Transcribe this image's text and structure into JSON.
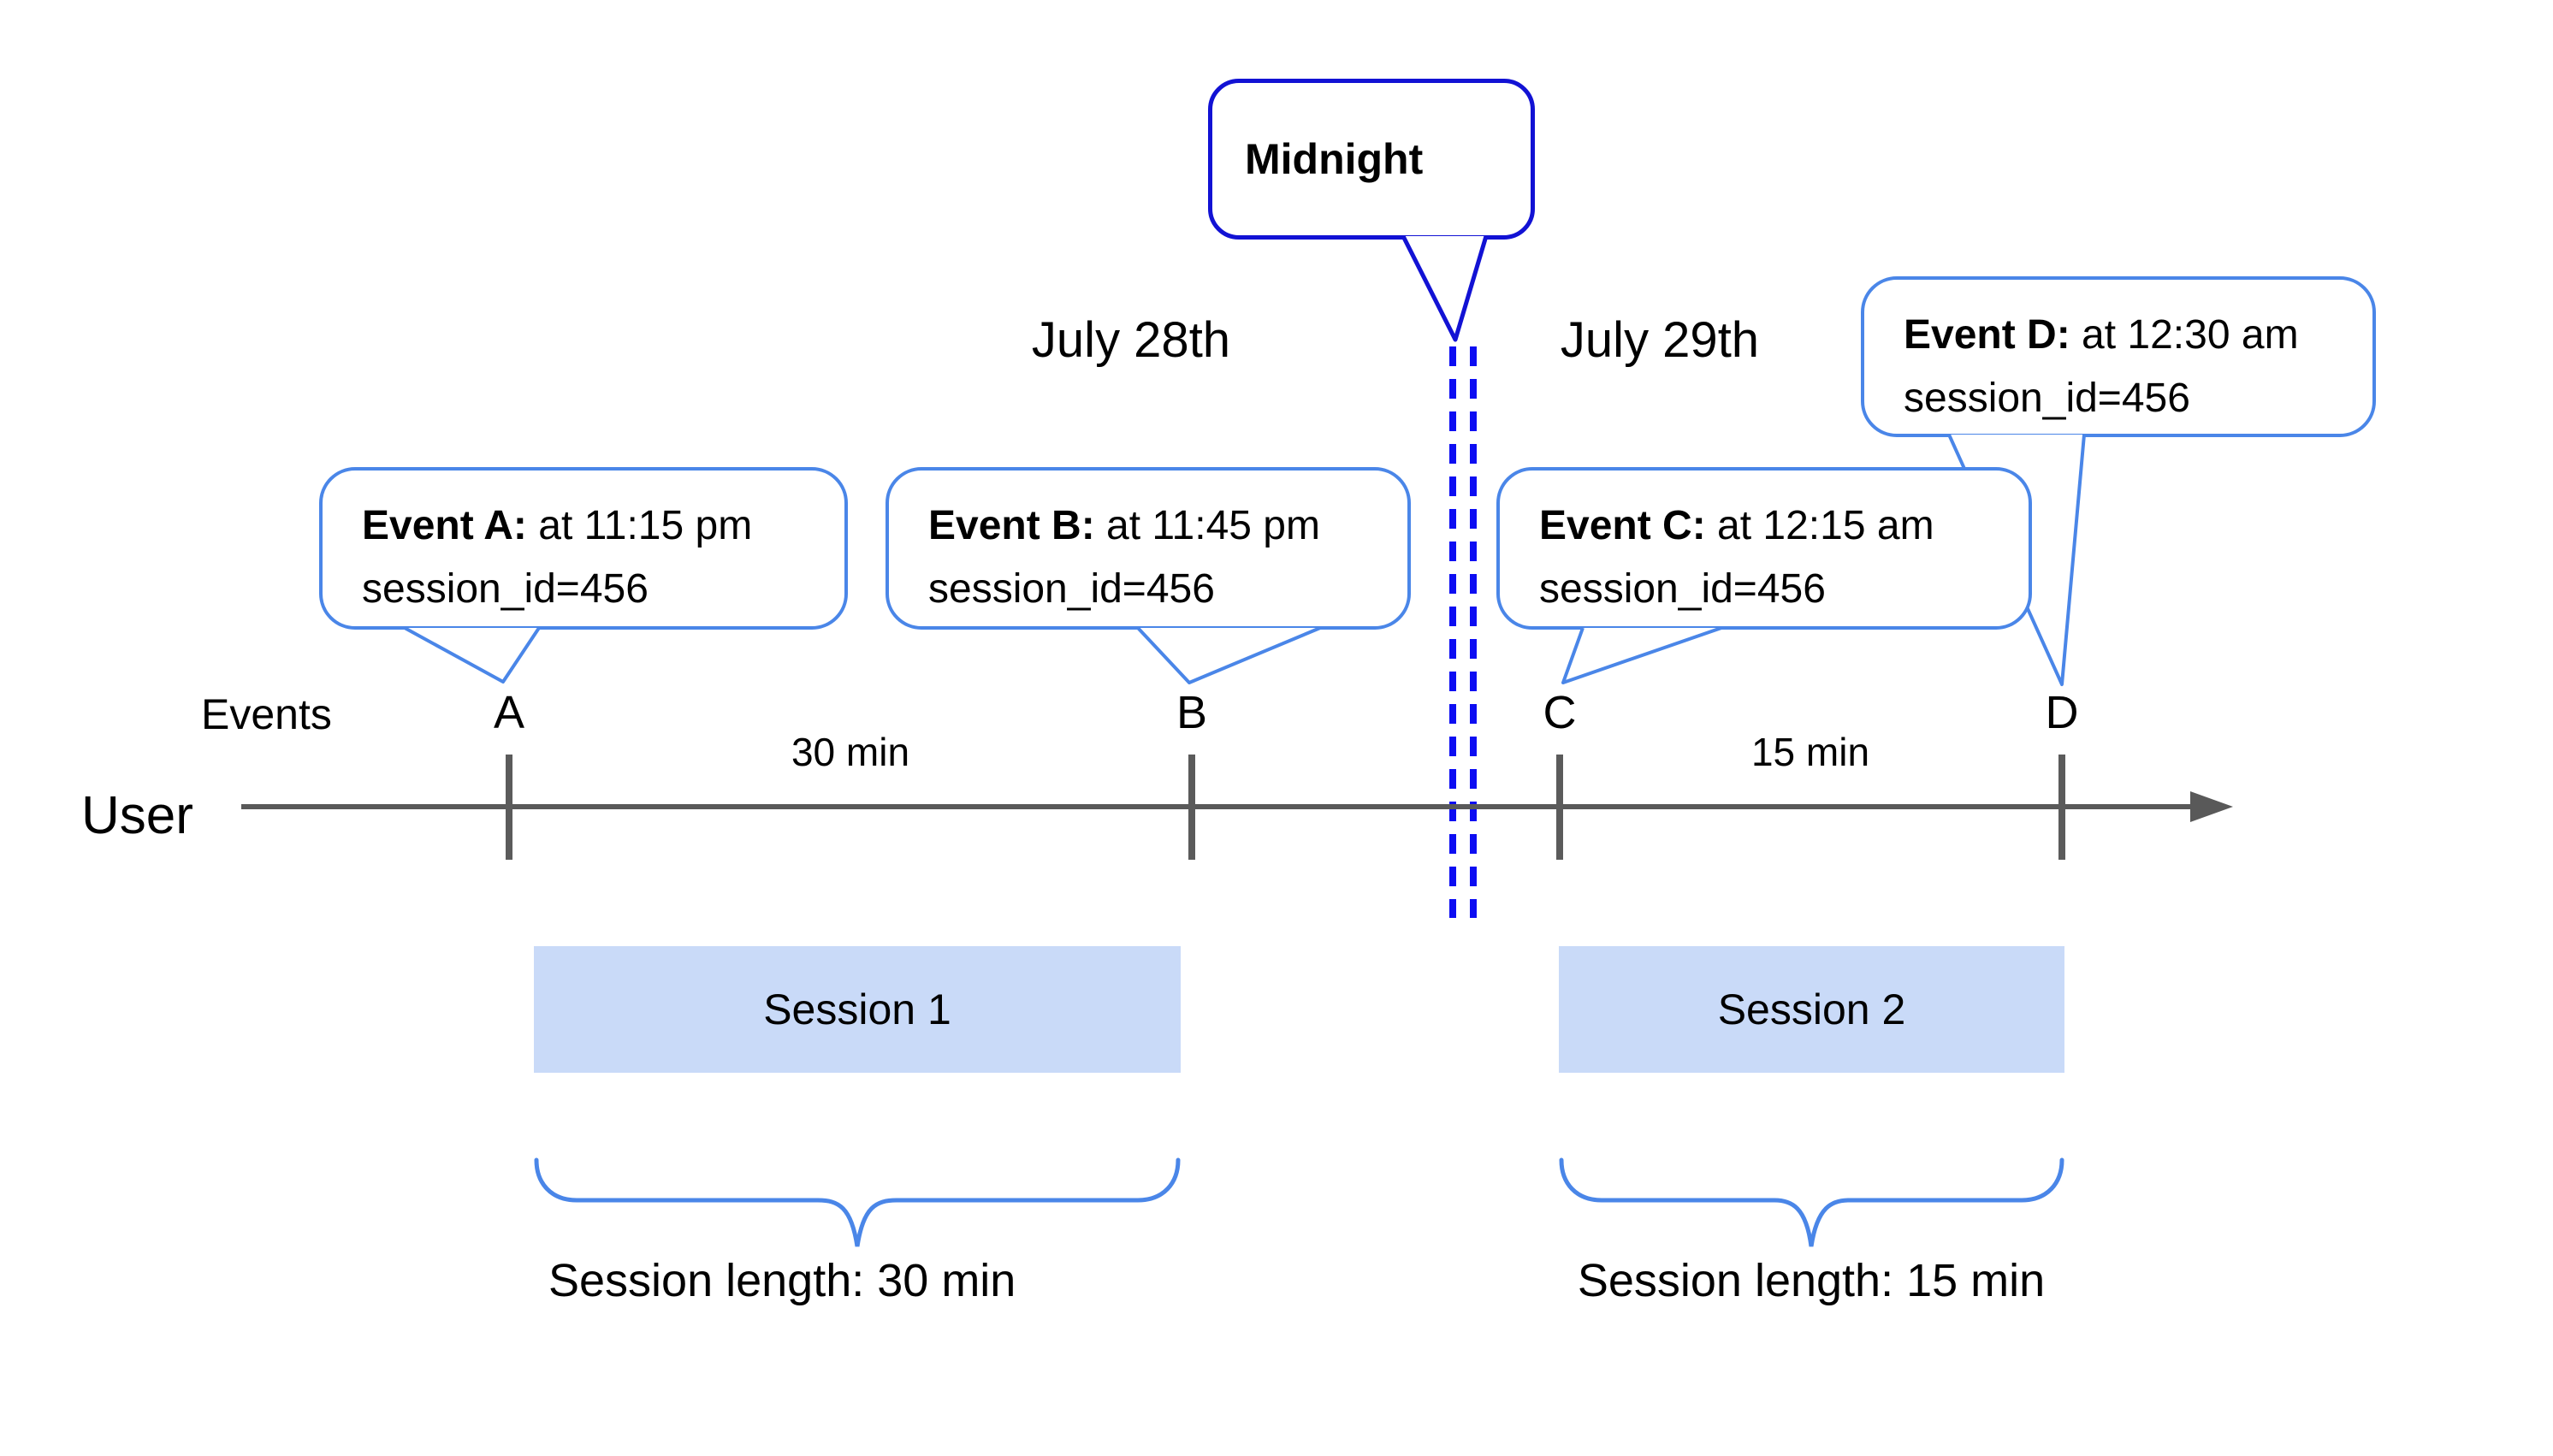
{
  "dates": {
    "before_midnight": "July 28th",
    "after_midnight": "July 29th"
  },
  "midnight_callout": {
    "label": "Midnight"
  },
  "row_labels": {
    "events": "Events",
    "user": "User"
  },
  "events": [
    {
      "label": "A",
      "callout_bold": "Event A:",
      "callout_time": "at 11:15 pm",
      "callout_session": "session_id=456"
    },
    {
      "label": "B",
      "callout_bold": "Event B:",
      "callout_time": "at 11:45 pm",
      "callout_session": "session_id=456"
    },
    {
      "label": "C",
      "callout_bold": "Event C:",
      "callout_time": "at 12:15 am",
      "callout_session": "session_id=456"
    },
    {
      "label": "D",
      "callout_bold": "Event D:",
      "callout_time": "at 12:30 am",
      "callout_session": "session_id=456"
    }
  ],
  "gaps": [
    {
      "label": "30 min"
    },
    {
      "label": "15 min"
    }
  ],
  "sessions": [
    {
      "label": "Session 1",
      "length_label": "Session length: 30 min"
    },
    {
      "label": "Session 2",
      "length_label": "Session length: 15 min"
    }
  ],
  "colors": {
    "callout_border": "#4a86e8",
    "midnight_border": "#1212d4",
    "midnight_dash": "#0d0df2",
    "session_fill": "#c9daf8",
    "timeline_gray": "#595959"
  }
}
